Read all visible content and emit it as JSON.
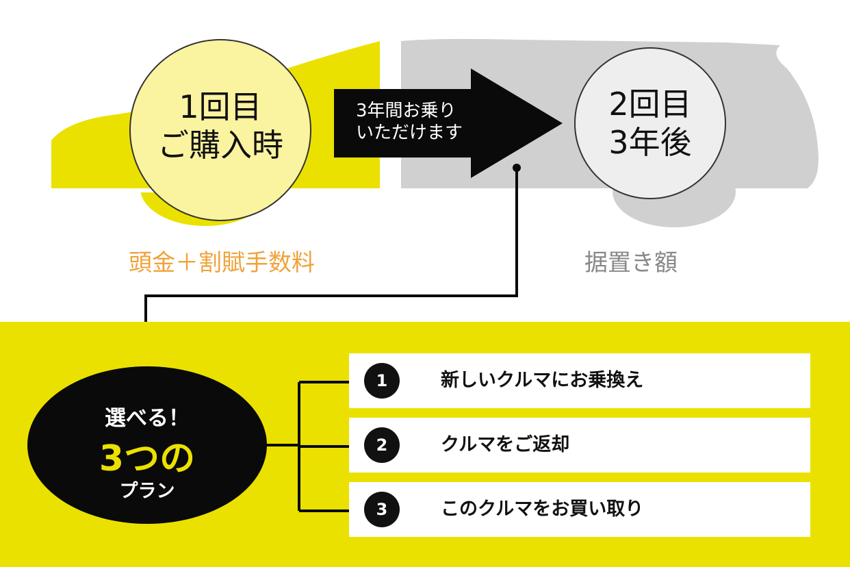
{
  "colors": {
    "yellow": "#ebe100",
    "gray": "#d0d0d0",
    "black": "#0a0a0a",
    "orange": "#f0a23a"
  },
  "top": {
    "first_circle": {
      "line1": "1回目",
      "line2": "ご購入時"
    },
    "arrow": {
      "line1": "3年間お乗り",
      "line2": "いただけます"
    },
    "second_circle": {
      "line1": "2回目",
      "line2": "3年後"
    },
    "left_label": "頭金＋割賦手数料",
    "right_label": "据置き額"
  },
  "plans": {
    "circle": {
      "line1": "選べる！",
      "line2": "3つの",
      "line3": "プラン"
    },
    "items": [
      {
        "num": "1",
        "label": "新しいクルマにお乗換え"
      },
      {
        "num": "2",
        "label": "クルマをご返却"
      },
      {
        "num": "3",
        "label": "このクルマをお買い取り"
      }
    ]
  }
}
